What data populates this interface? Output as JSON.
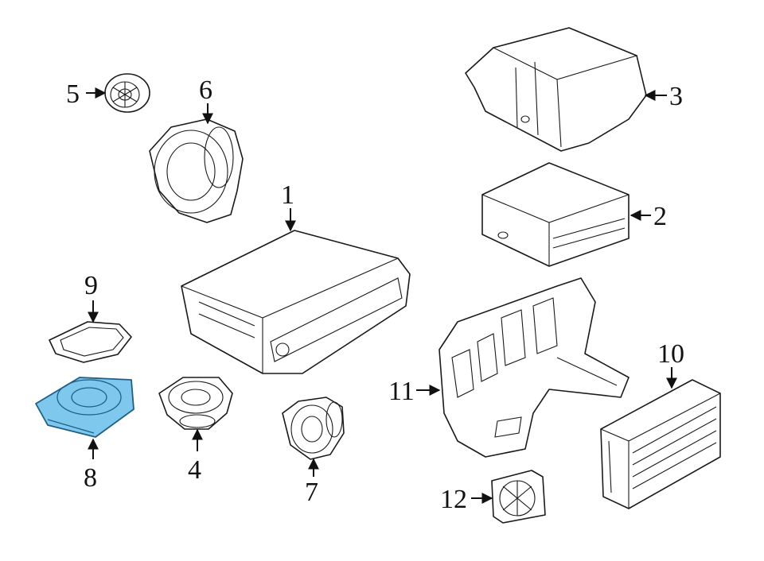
{
  "colors": {
    "line": "#1a1a1a",
    "highlight": "#7ec8ee",
    "highlight_stroke": "#1f5f85"
  },
  "highlighted_part": "8",
  "callouts": {
    "c1": "1",
    "c2": "2",
    "c3": "3",
    "c4": "4",
    "c5": "5",
    "c6": "6",
    "c7": "7",
    "c8": "8",
    "c9": "9",
    "c10": "10",
    "c11": "11",
    "c12": "12"
  }
}
